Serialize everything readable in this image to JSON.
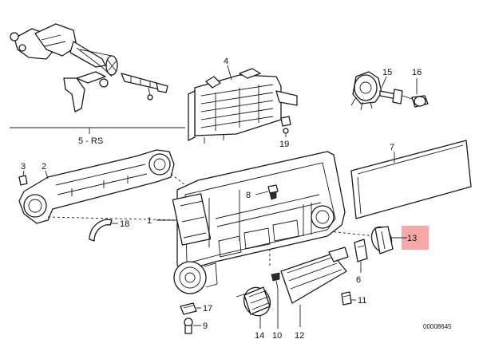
{
  "labels": {
    "p1": "1",
    "p2": "2",
    "p3": "3",
    "p4": "4",
    "p5rs": "5 - RS",
    "p6": "6",
    "p7": "7",
    "p8": "8",
    "p9": "9",
    "p10": "10",
    "p11": "11",
    "p12": "12",
    "p13": "13",
    "p14": "14",
    "p15": "15",
    "p16": "16",
    "p17": "17",
    "p18": "18",
    "p19": "19"
  },
  "drawing_code": "00008645",
  "highlight_color": "#f4a9a8"
}
